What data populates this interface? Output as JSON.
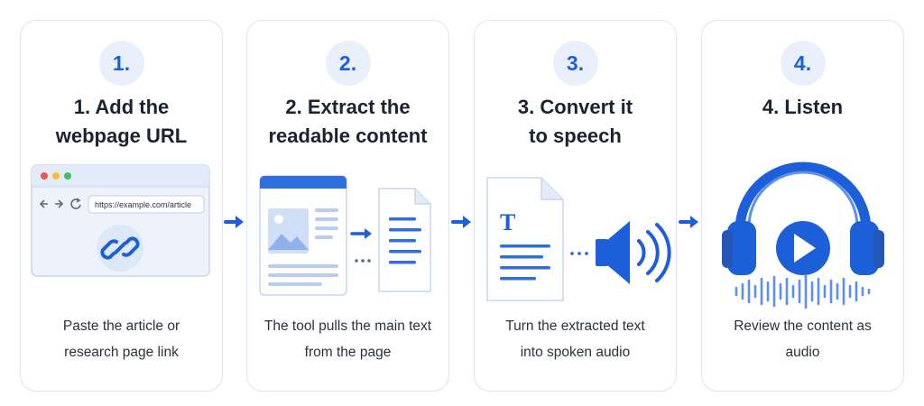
{
  "steps": [
    {
      "badge": "1.",
      "title": "1. Add the webpage URL",
      "description": "Paste the article or research page link",
      "url": "https://example.com/article",
      "icon": "link-icon"
    },
    {
      "badge": "2.",
      "title": "2. Extract the readable content",
      "description": "The tool pulls the main text from the page",
      "icon": "document-extract-icon"
    },
    {
      "badge": "3.",
      "title": "3. Convert it to speech",
      "description": "Turn the extracted text into spoken audio",
      "icon": "speaker-icon"
    },
    {
      "badge": "4.",
      "title": "4. Listen",
      "description": "Review the content as audio",
      "icon": "headphones-play-icon"
    }
  ],
  "colors": {
    "accent": "#1d5ed9",
    "border": "#d9e4f5",
    "badge_bg": "#e9f0fb"
  }
}
